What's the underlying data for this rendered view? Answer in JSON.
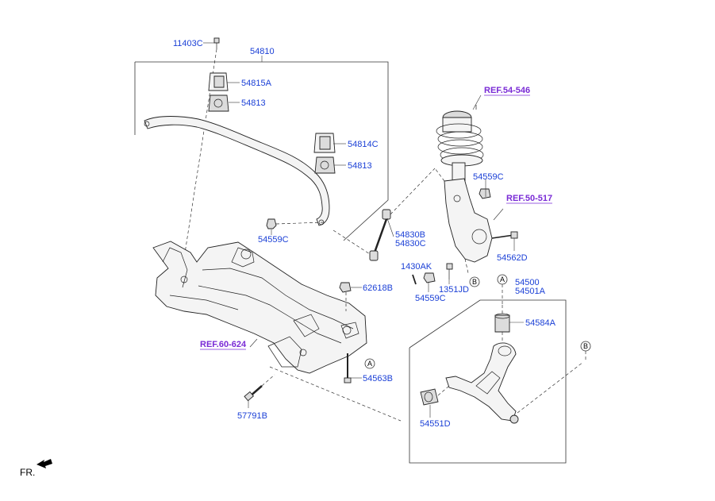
{
  "labels": {
    "p11403C": "11403C",
    "p54810": "54810",
    "p54815A": "54815A",
    "p54813_a": "54813",
    "p54814C": "54814C",
    "p54813_b": "54813",
    "p54559C_a": "54559C",
    "p54830B": "54830B",
    "p54830C": "54830C",
    "p62618B": "62618B",
    "p1430AK": "1430AK",
    "p54559C_b": "54559C",
    "p1351JD": "1351JD",
    "p54559C_c": "54559C",
    "p54562D": "54562D",
    "p54500": "54500",
    "p54501A": "54501A",
    "p54584A": "54584A",
    "p54563B": "54563B",
    "p57791B": "57791B",
    "p54551D": "54551D"
  },
  "refs": {
    "r54546": "REF.54-546",
    "r50517": "REF.50-517",
    "r60624": "REF.60-624"
  },
  "callouts": {
    "a1": "A",
    "a2": "A",
    "b1": "B",
    "b2": "B"
  },
  "direction": {
    "label": "FR."
  },
  "colors": {
    "part_number": "#1a3fd6",
    "reference": "#7a2bd6",
    "linework": "#222222"
  }
}
